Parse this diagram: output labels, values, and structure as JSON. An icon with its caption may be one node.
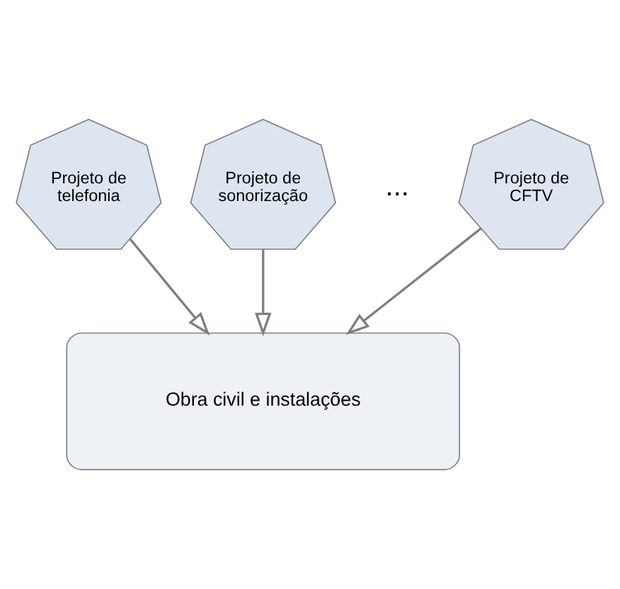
{
  "diagram": {
    "nodes": [
      {
        "text": [
          "Projeto de telefonia"
        ]
      },
      {
        "text": [
          "Projeto de sonorização"
        ]
      },
      {
        "text": [
          "Projeto de CFTV"
        ]
      },
      {
        "text": [
          "Obra civil e instalações"
        ]
      }
    ],
    "edges": [
      {
        "from": 0,
        "to": 3,
        "arrow": "to"
      },
      {
        "from": 1,
        "to": 3,
        "arrow": "to"
      },
      {
        "from": 2,
        "to": 3,
        "arrow": "to"
      }
    ],
    "labels": [
      "..."
    ]
  }
}
